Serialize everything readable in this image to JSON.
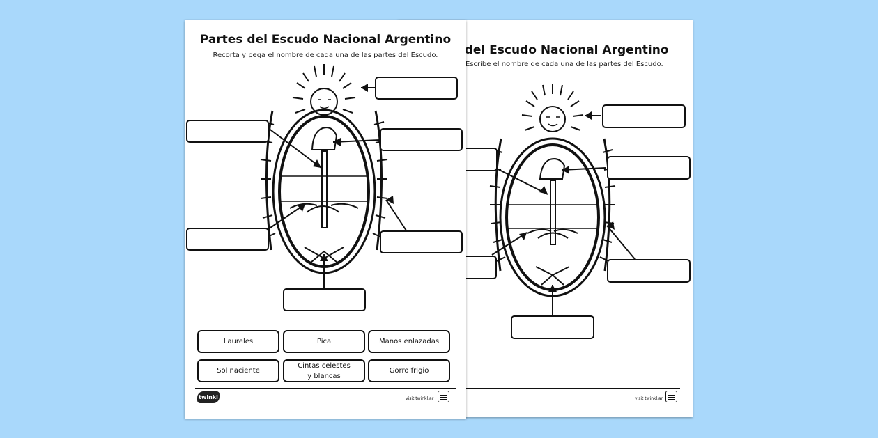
{
  "front_sheet": {
    "title": "Partes del Escudo Nacional Argentino",
    "subtitle": "Recorta y pega el nombre de cada una de las partes del Escudo.",
    "word_bank": [
      "Laureles",
      "Pica",
      "Manos enlazadas",
      "Sol naciente",
      "Cintas celestes y blancas",
      "Gorro frigio"
    ],
    "footer_url": "visit twinkl.ar"
  },
  "back_sheet": {
    "title": "tes del Escudo Nacional Argentino",
    "subtitle": "Escribe el nombre de cada una de las partes del Escudo.",
    "footer_url": "visit twinkl.ar"
  },
  "logo_text": "twinkl",
  "colors": {
    "background": "#a9d8fb",
    "paper": "#ffffff",
    "ink": "#111111"
  }
}
